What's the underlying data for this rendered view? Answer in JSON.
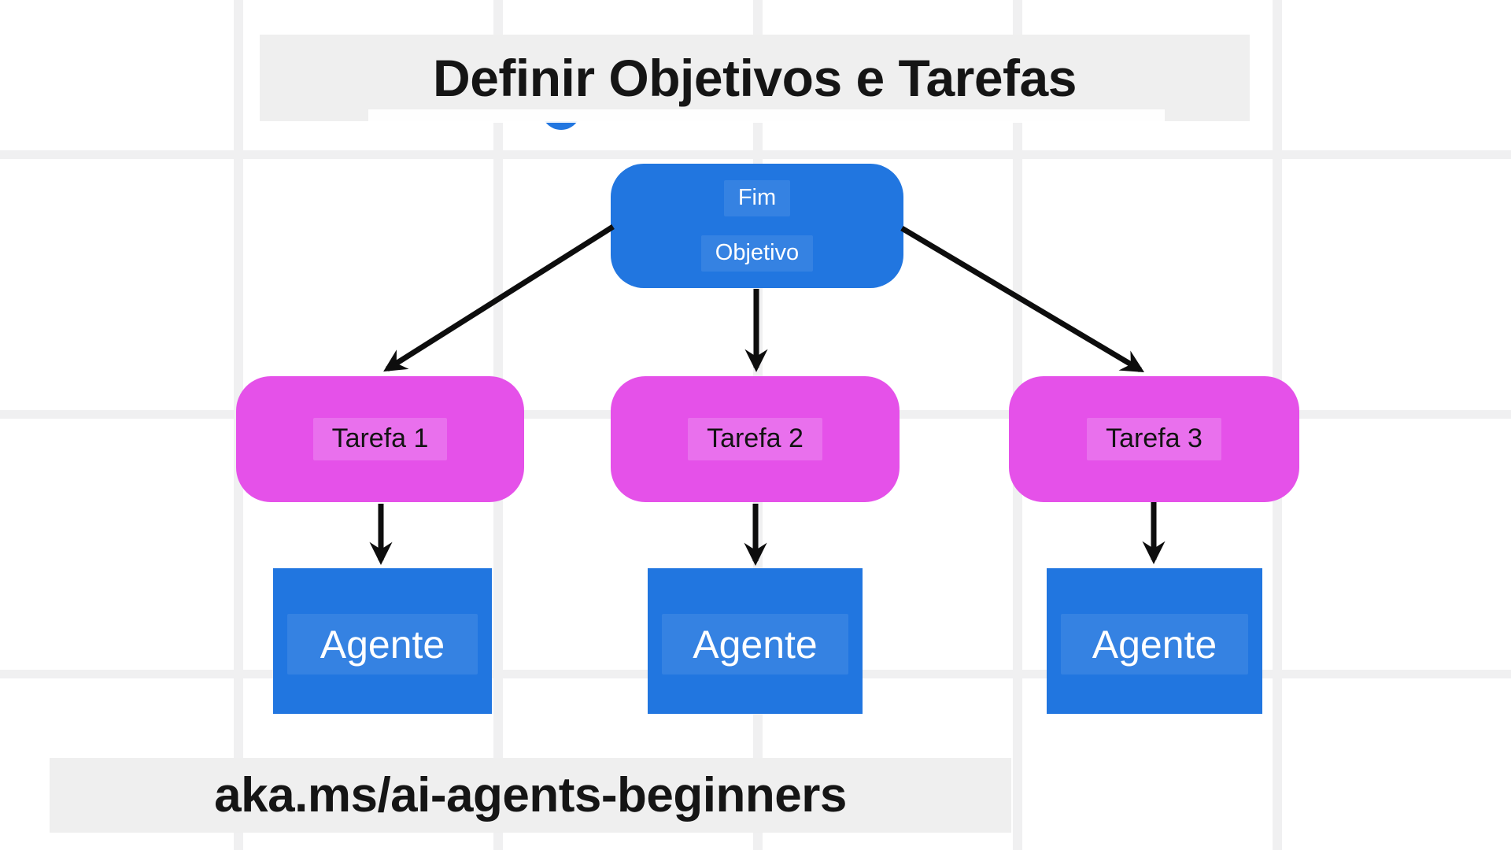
{
  "title": "Definir Objetivos e Tarefas",
  "footer": "aka.ms/ai-agents-beginners",
  "diagram": {
    "root": {
      "line1": "Fim",
      "line2": "Objetivo"
    },
    "tasks": [
      {
        "label": "Tarefa 1"
      },
      {
        "label": "Tarefa 2"
      },
      {
        "label": "Tarefa 3"
      }
    ],
    "agents": [
      {
        "label": "Agente"
      },
      {
        "label": "Agente"
      },
      {
        "label": "Agente"
      }
    ],
    "edges": [
      {
        "from": "objetivo",
        "to": "tarefa-1"
      },
      {
        "from": "objetivo",
        "to": "tarefa-2"
      },
      {
        "from": "objetivo",
        "to": "tarefa-3"
      },
      {
        "from": "tarefa-1",
        "to": "agente-1"
      },
      {
        "from": "tarefa-2",
        "to": "agente-2"
      },
      {
        "from": "tarefa-3",
        "to": "agente-3"
      }
    ]
  },
  "colors": {
    "blue": "#2176e0",
    "blue_label": "rgba(255,255,255,0.09)",
    "magenta": "#e551e9",
    "magenta_label": "rgba(255,255,255,0.18)",
    "panel": "#efefef",
    "grid": "#f0f0f1",
    "arrow": "#0d0d0d",
    "ink": "#151515"
  }
}
